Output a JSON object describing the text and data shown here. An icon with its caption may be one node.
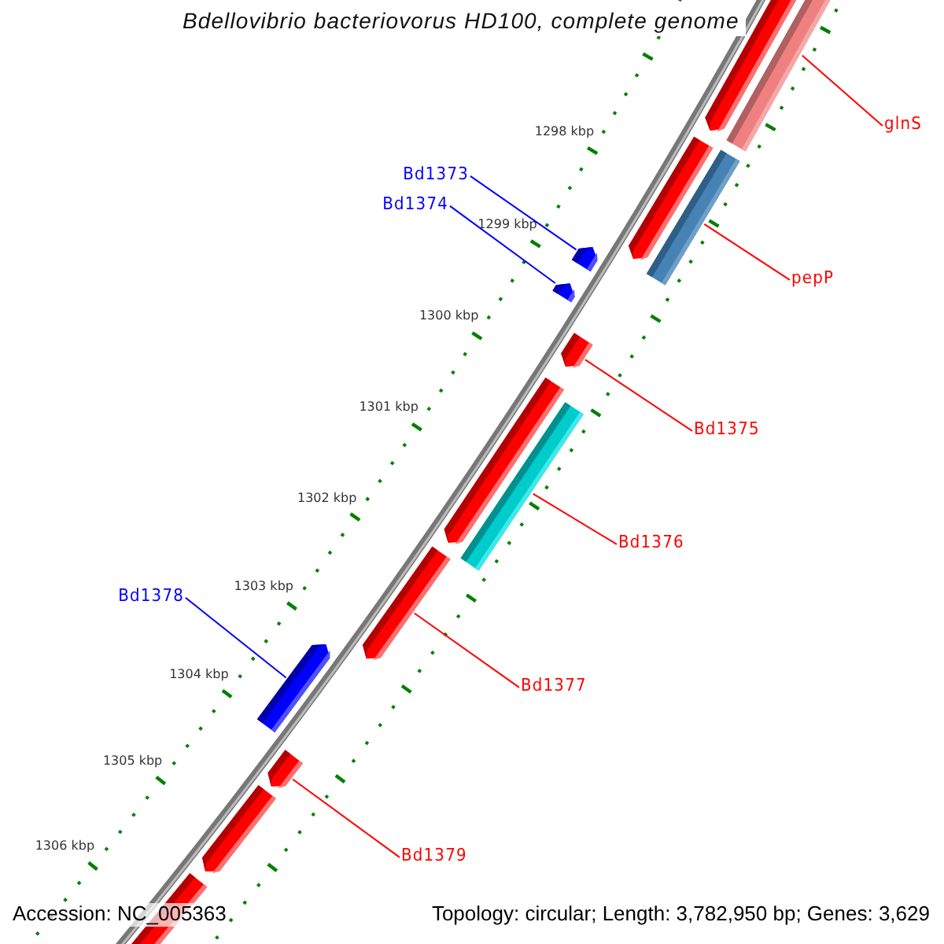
{
  "diagram": {
    "title": "Bdellovibrio bacteriovorus HD100, complete genome",
    "nodes": [
      {
        "text": [
          "glnS"
        ]
      },
      {
        "text": [
          "pepP"
        ]
      },
      {
        "text": [
          "Bd1373"
        ]
      },
      {
        "text": [
          "Bd1374"
        ]
      },
      {
        "text": [
          "Bd1375"
        ]
      },
      {
        "text": [
          "Bd1376"
        ]
      },
      {
        "text": [
          "Bd1377"
        ]
      },
      {
        "text": [
          "Bd1378"
        ]
      },
      {
        "text": [
          "Bd1379"
        ]
      },
      {
        "text": [],
        "shape": "bar"
      },
      {
        "text": [],
        "shape": "bar"
      },
      {
        "text": [],
        "shape": "bar"
      },
      {
        "text": [],
        "shape": "bar"
      },
      {
        "text": [],
        "shape": "bar"
      },
      {
        "text": [],
        "shape": "bar"
      },
      {
        "text": [],
        "shape": "bar"
      },
      {
        "text": [],
        "shape": "bar"
      },
      {
        "text": [],
        "shape": "bar"
      }
    ],
    "edges": [
      {
        "from": 0,
        "to": 9,
        "arrow": "none"
      },
      {
        "from": 1,
        "to": 10,
        "arrow": "none"
      },
      {
        "from": 2,
        "to": 11,
        "arrow": "none",
        "color": "#0000ff"
      },
      {
        "from": 3,
        "to": 12,
        "arrow": "none",
        "color": "#0000ff"
      },
      {
        "from": 4,
        "to": 13,
        "arrow": "none"
      },
      {
        "from": 5,
        "to": 14,
        "arrow": "none"
      },
      {
        "from": 6,
        "to": 15,
        "arrow": "none"
      },
      {
        "from": 7,
        "to": 16,
        "arrow": "none",
        "color": "#0000ff"
      },
      {
        "from": 8,
        "to": 17,
        "arrow": "none"
      }
    ],
    "labels": [
      "1298 kbp",
      "1299 kbp",
      "1300 kbp",
      "1301 kbp",
      "1302 kbp",
      "1303 kbp",
      "1304 kbp",
      "1305 kbp",
      "1306 kbp",
      "Accession: NC_005363",
      "Topology: circular; Length: 3,782,950 bp; Genes: 3,629"
    ]
  }
}
